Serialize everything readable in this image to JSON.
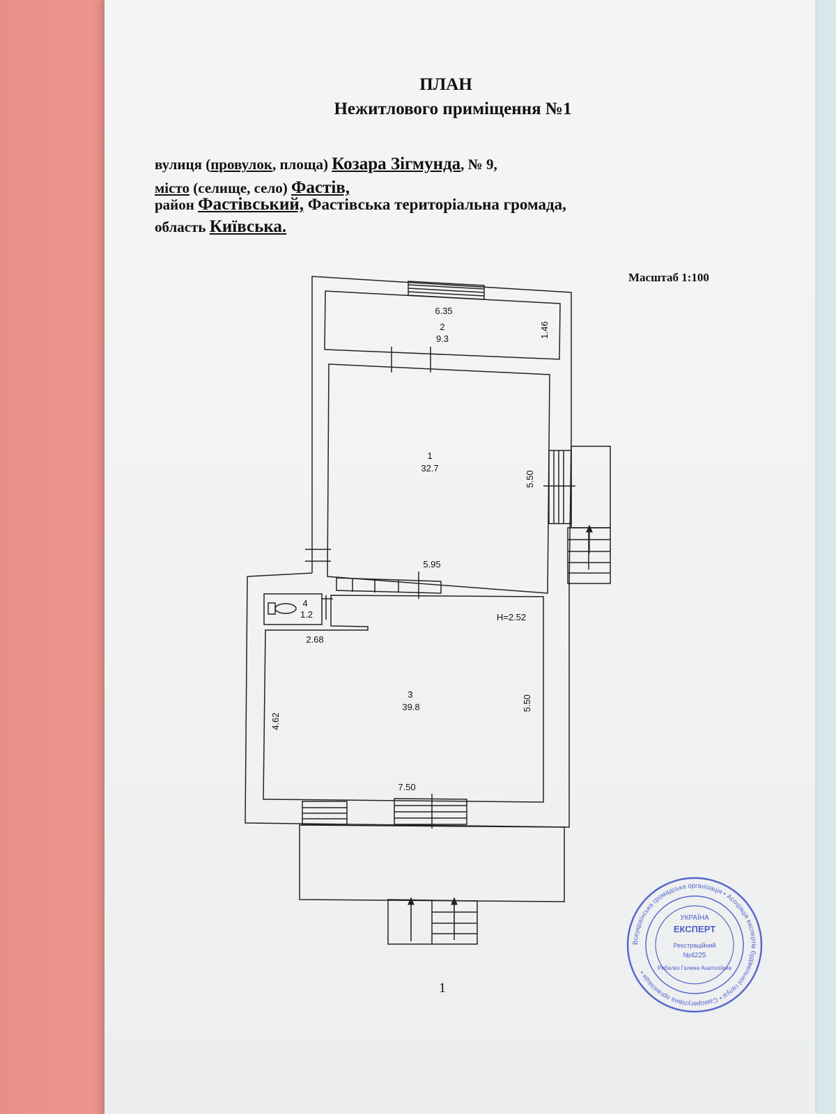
{
  "document": {
    "title": "ПЛАН",
    "subtitle": "Нежитлового приміщення №1",
    "address": {
      "street_prefix": "вулиця (",
      "street_kind_underlined": "провулок",
      "street_mid": ", площа) ",
      "street_name": "Козара Зігмунда",
      "street_number": ", № 9,",
      "city_kind_underlined": "місто",
      "city_mid": " (селище, село) ",
      "city_name": "Фастів,",
      "district_prefix": "район ",
      "district_name": "Фастівський,",
      "community": "  Фастівська територіальна громада,",
      "region_prefix": "область ",
      "region_name": "Київська."
    },
    "scale": "Масштаб 1:100",
    "page_number": "1"
  },
  "plan": {
    "rooms": [
      {
        "number": "1",
        "area": "32.7",
        "dim_width": "5.95",
        "dim_height": "5.50"
      },
      {
        "number": "2",
        "area": "9.3",
        "dim_width": "6.35",
        "dim_height": "1.46"
      },
      {
        "number": "3",
        "area": "39.8",
        "dim_width": "7.50",
        "dim_height_right": "5.50",
        "dim_height_left": "4.62",
        "dim_extra": "2.68",
        "ceiling": "H=2.52"
      },
      {
        "number": "4",
        "area": "1.2"
      }
    ]
  },
  "stamp": {
    "center_top": "УКРАЇНА",
    "center_main": "ЕКСПЕРТ",
    "reg_label": "Реєстраційний",
    "reg_number": "№4225",
    "holder": "Рибалко Галина Анатоліївна",
    "ring_text": "Всеукраїнська громадська організація • Асоціація експертів будівельної галузі • Саморегулівна організація •",
    "ink_color": "#3b4fc4"
  }
}
